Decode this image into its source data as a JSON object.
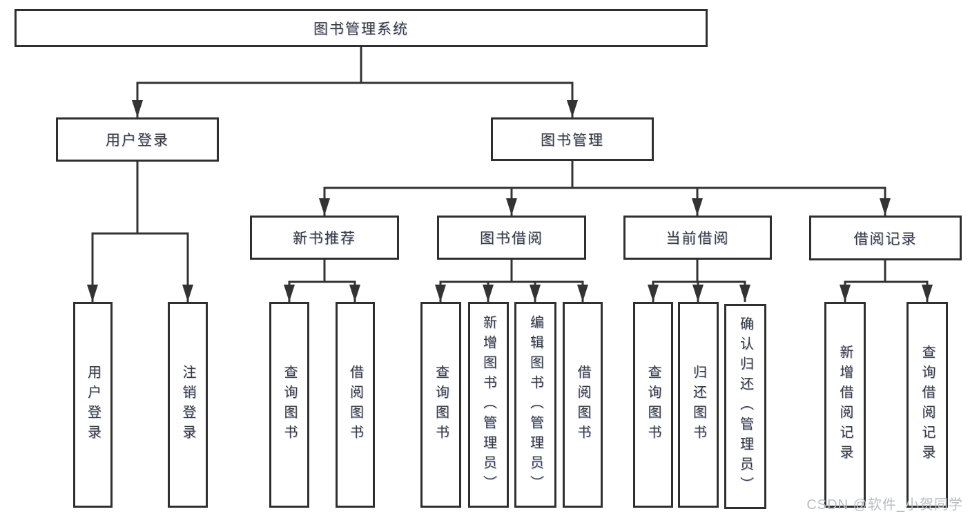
{
  "diagram": {
    "title": "图书管理系统",
    "level2": {
      "user_login": "用户登录",
      "book_management": "图书管理"
    },
    "level3": {
      "new_book_recommend": "新书推荐",
      "book_borrowing": "图书借阅",
      "current_borrowing": "当前借阅",
      "borrowing_records": "借阅记录"
    },
    "leaves": {
      "user_login": "用户登录",
      "logout": "注销登录",
      "recommend_query_books": "查询图书",
      "recommend_borrow_books": "借阅图书",
      "borrowing_query_books": "查询图书",
      "borrowing_add_books": "新增图书（管理员）",
      "borrowing_edit_books": "编辑图书（管理员）",
      "borrowing_borrow_books": "借阅图书",
      "current_query_books": "查询图书",
      "current_return_books": "归还图书",
      "current_confirm_return": "确认归还（管理员）",
      "records_add_record": "新增借阅记录",
      "records_query_record": "查询借阅记录"
    },
    "watermark": "CSDN @软件_小贺同学",
    "colors": {
      "line": "#333333",
      "box_border": "#2f2f2f",
      "text": "#3a3a3a",
      "watermark": "#b9bdc2"
    }
  }
}
